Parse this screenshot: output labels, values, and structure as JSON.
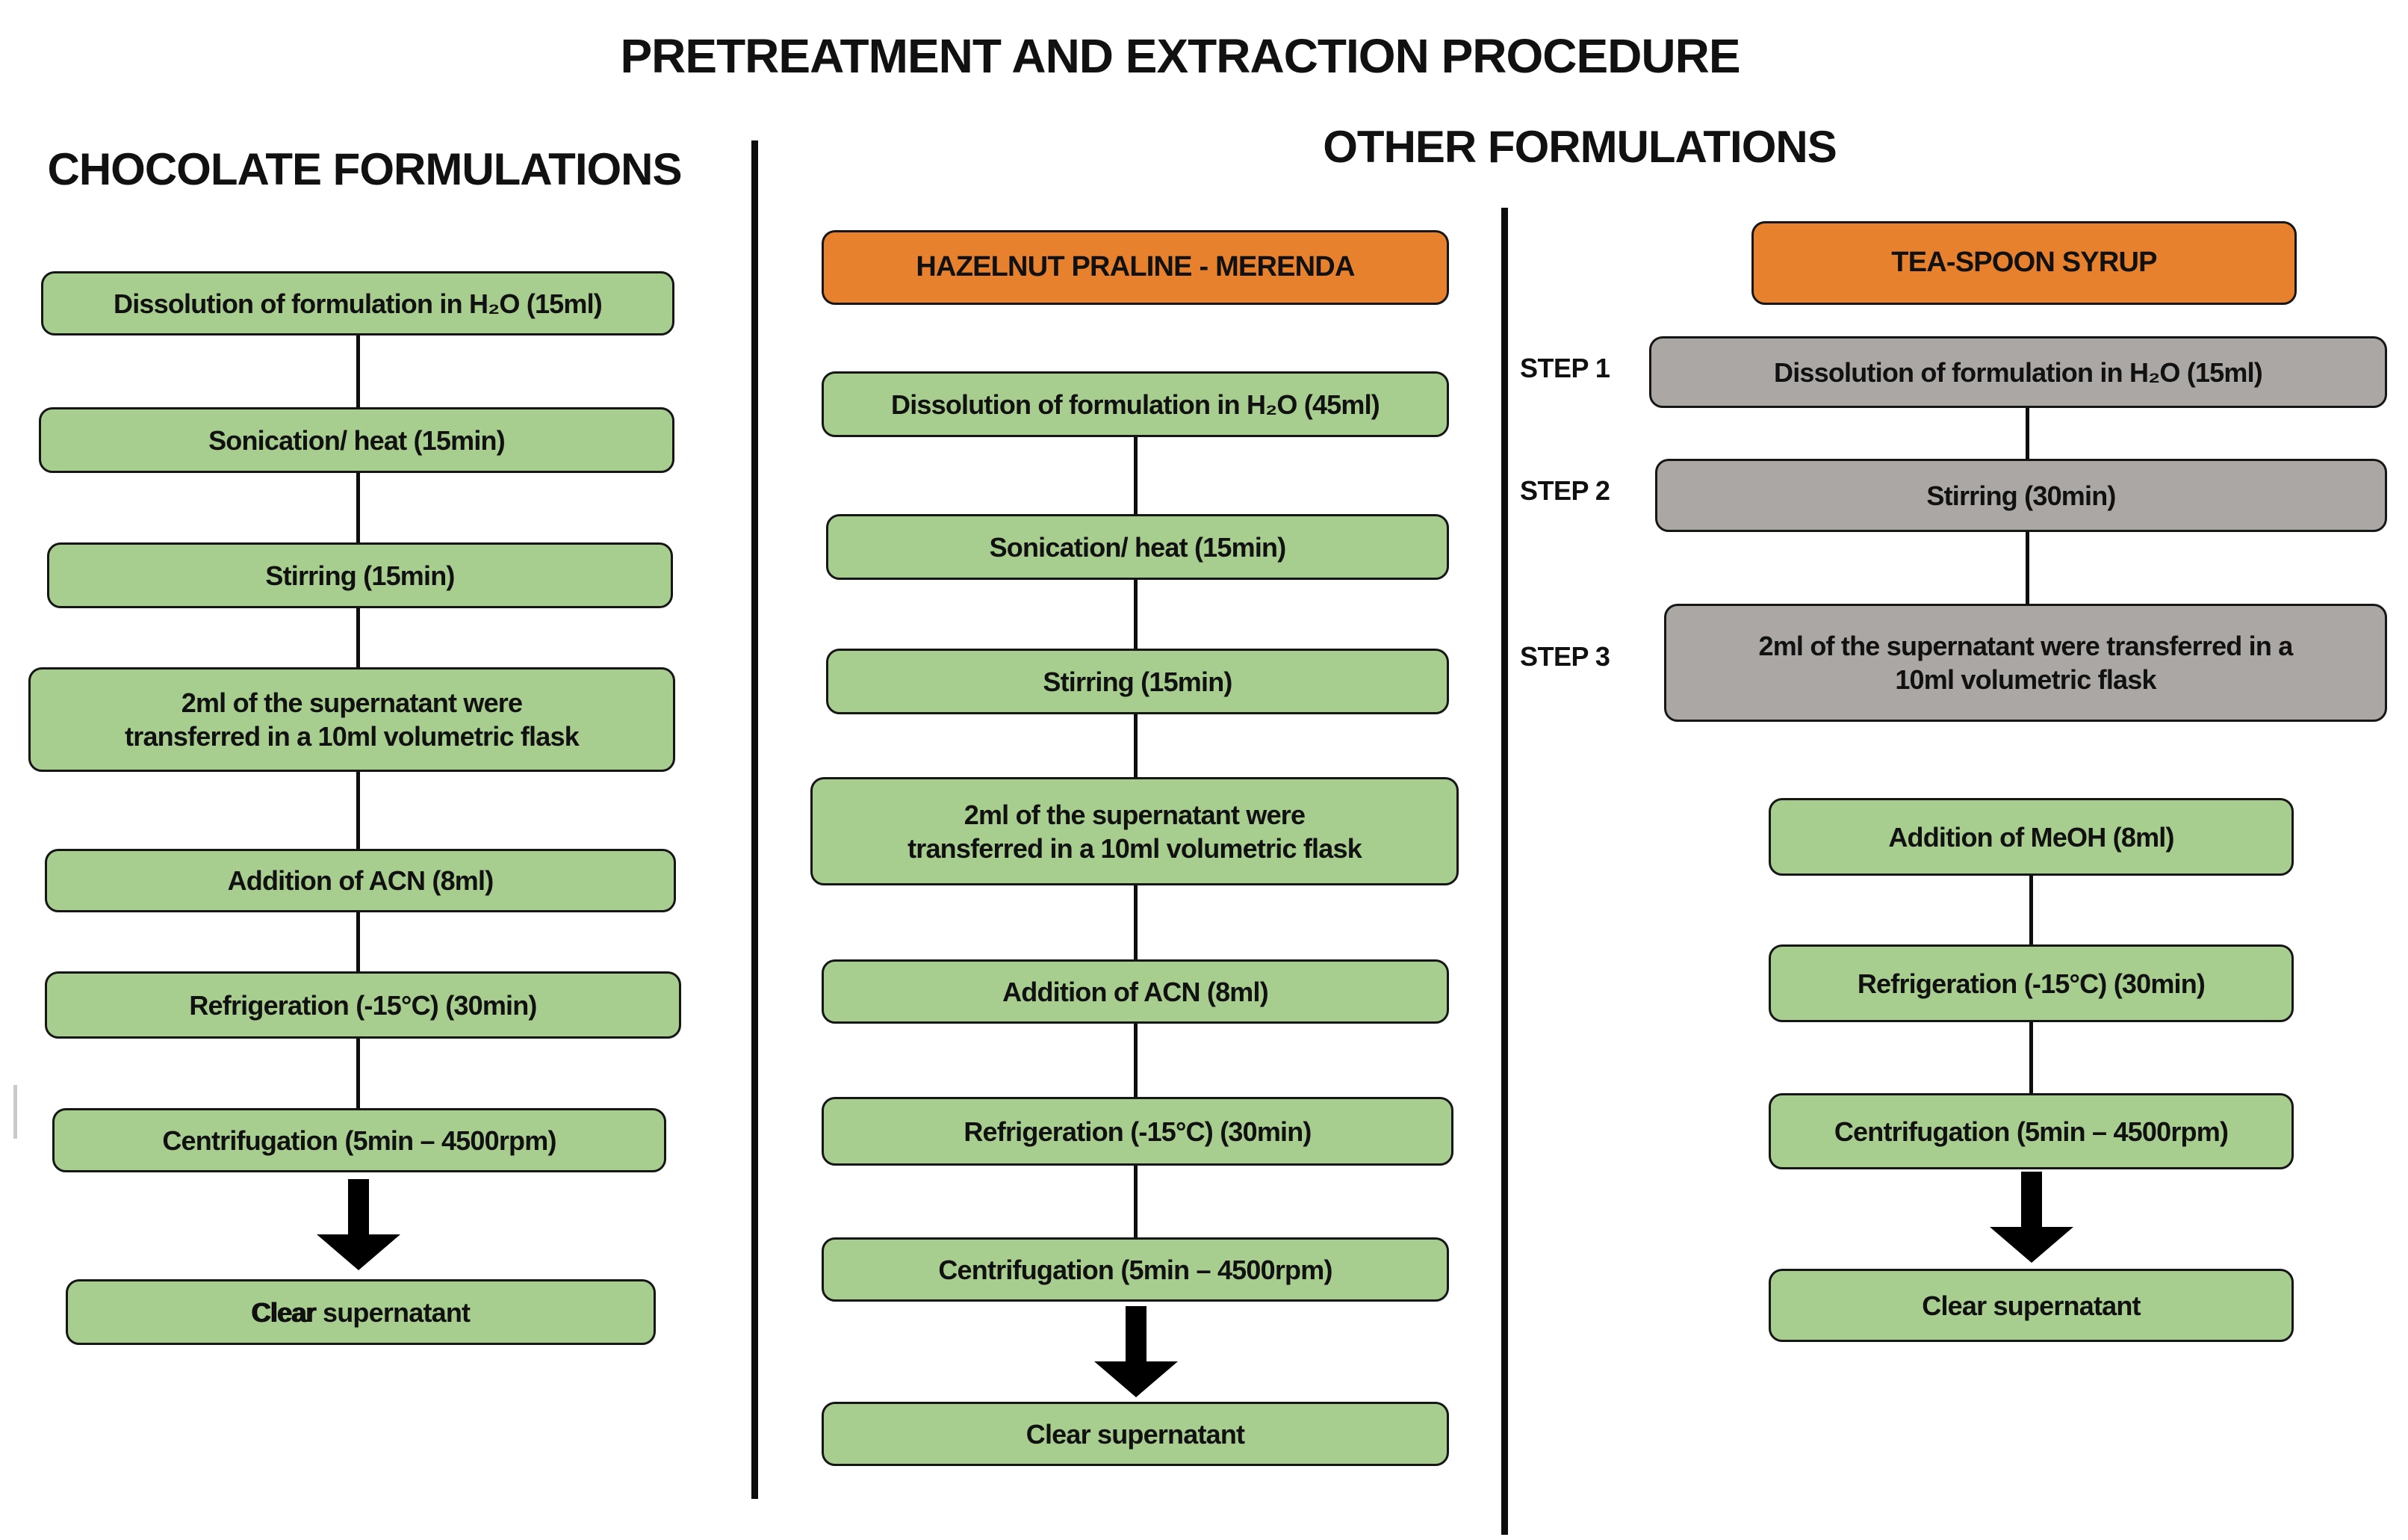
{
  "title": "PRETREATMENT AND EXTRACTION PROCEDURE",
  "colors": {
    "box_green": "#a7cd8f",
    "box_orange": "#e8812d",
    "box_gray": "#aba7a4",
    "outline": "#161616",
    "background": "#ffffff"
  },
  "chocolate": {
    "header": "CHOCOLATE FORMULATIONS",
    "steps": [
      "Dissolution of formulation in H₂O (15ml)",
      "Sonication/ heat (15min)",
      "Stirring (15min)",
      "2ml of the supernatant were\ntransferred in a 10ml volumetric flask",
      "Addition of ACN (8ml)",
      "Refrigeration (-15°C) (30min)",
      "Centrifugation (5min – 4500rpm)"
    ],
    "result_bold": "Clear",
    "result_rest": " supernatant"
  },
  "other": {
    "header": "OTHER FORMULATIONS",
    "hazelnut": {
      "header": "HAZELNUT PRALINE - MERENDA",
      "steps": [
        "Dissolution of formulation in H₂O (45ml)",
        "Sonication/ heat (15min)",
        "Stirring (15min)",
        "2ml of the supernatant were\ntransferred in a 10ml volumetric flask",
        "Addition of ACN (8ml)",
        "Refrigeration (-15°C) (30min)",
        "Centrifugation (5min – 4500rpm)"
      ],
      "result": "Clear supernatant"
    },
    "teaspoon": {
      "header": "TEA-SPOON SYRUP",
      "step_labels": [
        "STEP 1",
        "STEP 2",
        "STEP 3"
      ],
      "pretreatment_steps": [
        "Dissolution of formulation in H₂O (15ml)",
        "Stirring (30min)",
        "2ml of the supernatant were transferred in a\n10ml volumetric flask"
      ],
      "extraction_steps": [
        "Addition of MeOH (8ml)",
        "Refrigeration (-15°C) (30min)",
        "Centrifugation (5min – 4500rpm)"
      ],
      "result": "Clear supernatant"
    }
  }
}
